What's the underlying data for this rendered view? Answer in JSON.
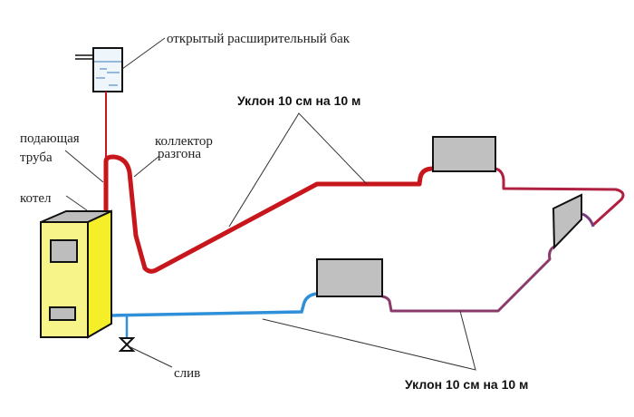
{
  "labels": {
    "tank": "открытый расширительный бак",
    "supply_1": "подающая",
    "supply_2": "труба",
    "boiler": "котел",
    "collector_1": "коллектор",
    "collector_2": "разгона",
    "slope_top": "Уклон 10 см на 10 м",
    "slope_bottom": "Уклон 10 см на 10 м",
    "drain": "слив"
  },
  "colors": {
    "supply": "#c8161d",
    "return_blue": "#2f8fd8",
    "return_purple": "#8a3a6a",
    "boiler": "#f7f25a",
    "radiator": "#c0c0c0"
  }
}
